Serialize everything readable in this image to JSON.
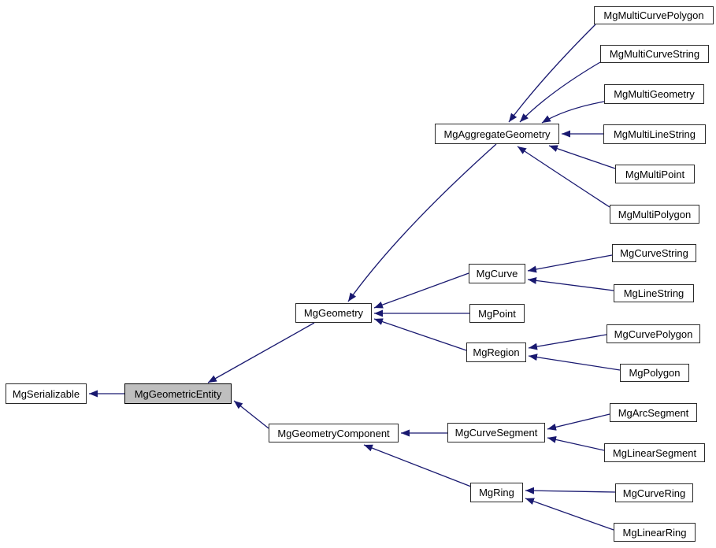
{
  "diagram": {
    "type": "class-inheritance-graph",
    "colors": {
      "background": "#ffffff",
      "edge": "#191970",
      "node_border": "#2a2a2a",
      "node_fill": "#ffffff",
      "highlight_fill": "#bfbfbf",
      "text": "#000000"
    },
    "nodes": {
      "MgSerializable": {
        "label": "MgSerializable",
        "highlighted": false
      },
      "MgGeometricEntity": {
        "label": "MgGeometricEntity",
        "highlighted": true
      },
      "MgGeometry": {
        "label": "MgGeometry",
        "highlighted": false
      },
      "MgGeometryComponent": {
        "label": "MgGeometryComponent",
        "highlighted": false
      },
      "MgAggregateGeometry": {
        "label": "MgAggregateGeometry",
        "highlighted": false
      },
      "MgCurve": {
        "label": "MgCurve",
        "highlighted": false
      },
      "MgPoint": {
        "label": "MgPoint",
        "highlighted": false
      },
      "MgRegion": {
        "label": "MgRegion",
        "highlighted": false
      },
      "MgCurveSegment": {
        "label": "MgCurveSegment",
        "highlighted": false
      },
      "MgRing": {
        "label": "MgRing",
        "highlighted": false
      },
      "MgMultiCurvePolygon": {
        "label": "MgMultiCurvePolygon",
        "highlighted": false
      },
      "MgMultiCurveString": {
        "label": "MgMultiCurveString",
        "highlighted": false
      },
      "MgMultiGeometry": {
        "label": "MgMultiGeometry",
        "highlighted": false
      },
      "MgMultiLineString": {
        "label": "MgMultiLineString",
        "highlighted": false
      },
      "MgMultiPoint": {
        "label": "MgMultiPoint",
        "highlighted": false
      },
      "MgMultiPolygon": {
        "label": "MgMultiPolygon",
        "highlighted": false
      },
      "MgCurveString": {
        "label": "MgCurveString",
        "highlighted": false
      },
      "MgLineString": {
        "label": "MgLineString",
        "highlighted": false
      },
      "MgCurvePolygon": {
        "label": "MgCurvePolygon",
        "highlighted": false
      },
      "MgPolygon": {
        "label": "MgPolygon",
        "highlighted": false
      },
      "MgArcSegment": {
        "label": "MgArcSegment",
        "highlighted": false
      },
      "MgLinearSegment": {
        "label": "MgLinearSegment",
        "highlighted": false
      },
      "MgCurveRing": {
        "label": "MgCurveRing",
        "highlighted": false
      },
      "MgLinearRing": {
        "label": "MgLinearRing",
        "highlighted": false
      }
    },
    "edges": [
      {
        "from": "MgGeometricEntity",
        "to": "MgSerializable"
      },
      {
        "from": "MgGeometry",
        "to": "MgGeometricEntity"
      },
      {
        "from": "MgGeometryComponent",
        "to": "MgGeometricEntity"
      },
      {
        "from": "MgAggregateGeometry",
        "to": "MgGeometry"
      },
      {
        "from": "MgCurve",
        "to": "MgGeometry"
      },
      {
        "from": "MgPoint",
        "to": "MgGeometry"
      },
      {
        "from": "MgRegion",
        "to": "MgGeometry"
      },
      {
        "from": "MgMultiCurvePolygon",
        "to": "MgAggregateGeometry"
      },
      {
        "from": "MgMultiCurveString",
        "to": "MgAggregateGeometry"
      },
      {
        "from": "MgMultiGeometry",
        "to": "MgAggregateGeometry"
      },
      {
        "from": "MgMultiLineString",
        "to": "MgAggregateGeometry"
      },
      {
        "from": "MgMultiPoint",
        "to": "MgAggregateGeometry"
      },
      {
        "from": "MgMultiPolygon",
        "to": "MgAggregateGeometry"
      },
      {
        "from": "MgCurveString",
        "to": "MgCurve"
      },
      {
        "from": "MgLineString",
        "to": "MgCurve"
      },
      {
        "from": "MgCurvePolygon",
        "to": "MgRegion"
      },
      {
        "from": "MgPolygon",
        "to": "MgRegion"
      },
      {
        "from": "MgCurveSegment",
        "to": "MgGeometryComponent"
      },
      {
        "from": "MgRing",
        "to": "MgGeometryComponent"
      },
      {
        "from": "MgArcSegment",
        "to": "MgCurveSegment"
      },
      {
        "from": "MgLinearSegment",
        "to": "MgCurveSegment"
      },
      {
        "from": "MgCurveRing",
        "to": "MgRing"
      },
      {
        "from": "MgLinearRing",
        "to": "MgRing"
      }
    ]
  }
}
